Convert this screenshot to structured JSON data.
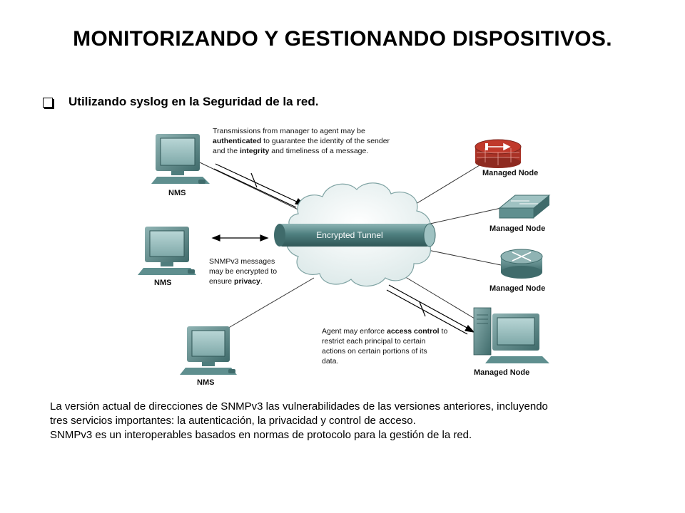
{
  "slide": {
    "title": "MONITORIZANDO Y GESTIONANDO DISPOSITIVOS.",
    "bullet": "Utilizando syslog en la Seguridad de la red."
  },
  "diagram": {
    "annotations": {
      "manager_to_agent": {
        "line1": "Transmissions from manager to agent may be",
        "line2_bold": "authenticated",
        "line2_rest": " to guarantee the identity of the sender",
        "line3_pre": "and the ",
        "line3_bold": "integrity",
        "line3_rest": " and timeliness of a message."
      },
      "snmpv3_encryption": {
        "line1": "SNMPv3 messages",
        "line2": "may be encrypted to",
        "line3_pre": "ensure ",
        "line3_bold": "privacy",
        "line3_rest": "."
      },
      "access_control": {
        "line1_pre": "Agent may enforce ",
        "line1_bold": "access control",
        "line1_rest": " to",
        "line2": "restrict each principal to certain",
        "line3": "actions on certain portions of its",
        "line4": "data."
      }
    },
    "tunnel_label": "Encrypted Tunnel",
    "nms_nodes": [
      {
        "label": "NMS"
      },
      {
        "label": "NMS"
      },
      {
        "label": "NMS"
      }
    ],
    "managed_nodes": [
      {
        "label": "Managed Node",
        "kind": "firewall"
      },
      {
        "label": "Managed Node",
        "kind": "switch"
      },
      {
        "label": "Managed Node",
        "kind": "router"
      },
      {
        "label": "Managed Node",
        "kind": "server"
      }
    ],
    "colors": {
      "device_teal": "#5f8f8f",
      "tunnel": "#4a7a7a",
      "firewall_red": "#c0392b"
    }
  },
  "description": {
    "line1": "La versión actual de direcciones de SNMPv3 las vulnerabilidades de las versiones anteriores, incluyendo",
    "line2": "tres servicios importantes: la autenticación, la privacidad y control de acceso.",
    "line3": "SNMPv3 es un interoperables basados en normas de protocolo para la gestión de la red."
  }
}
